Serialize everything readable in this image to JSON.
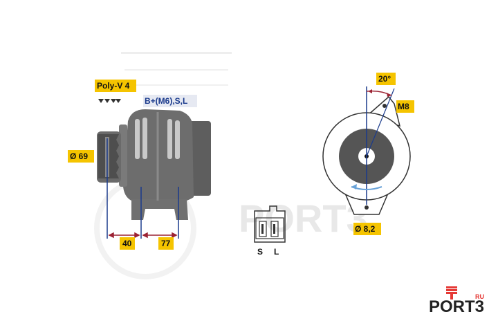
{
  "labels": {
    "poly_v": "Poly-V 4",
    "terminals": "B+(M6),S,L",
    "diameter_pulley": "Ø 69",
    "dim_40": "40",
    "dim_77": "77",
    "angle": "20°",
    "thread": "M8",
    "hole_diameter": "Ø 8,2",
    "pin_s": "S",
    "pin_l": "L"
  },
  "watermark": {
    "text": "PORT3",
    "suffix": "RU"
  },
  "logo": {
    "text": "PORT3",
    "suffix": "RU"
  },
  "colors": {
    "tag_yellow": "#f5c400",
    "dim_line_red": "#9c2333",
    "axis_blue": "#1a3a8c",
    "body_gray": "#6d6d6d",
    "logo_red": "#e53935"
  }
}
